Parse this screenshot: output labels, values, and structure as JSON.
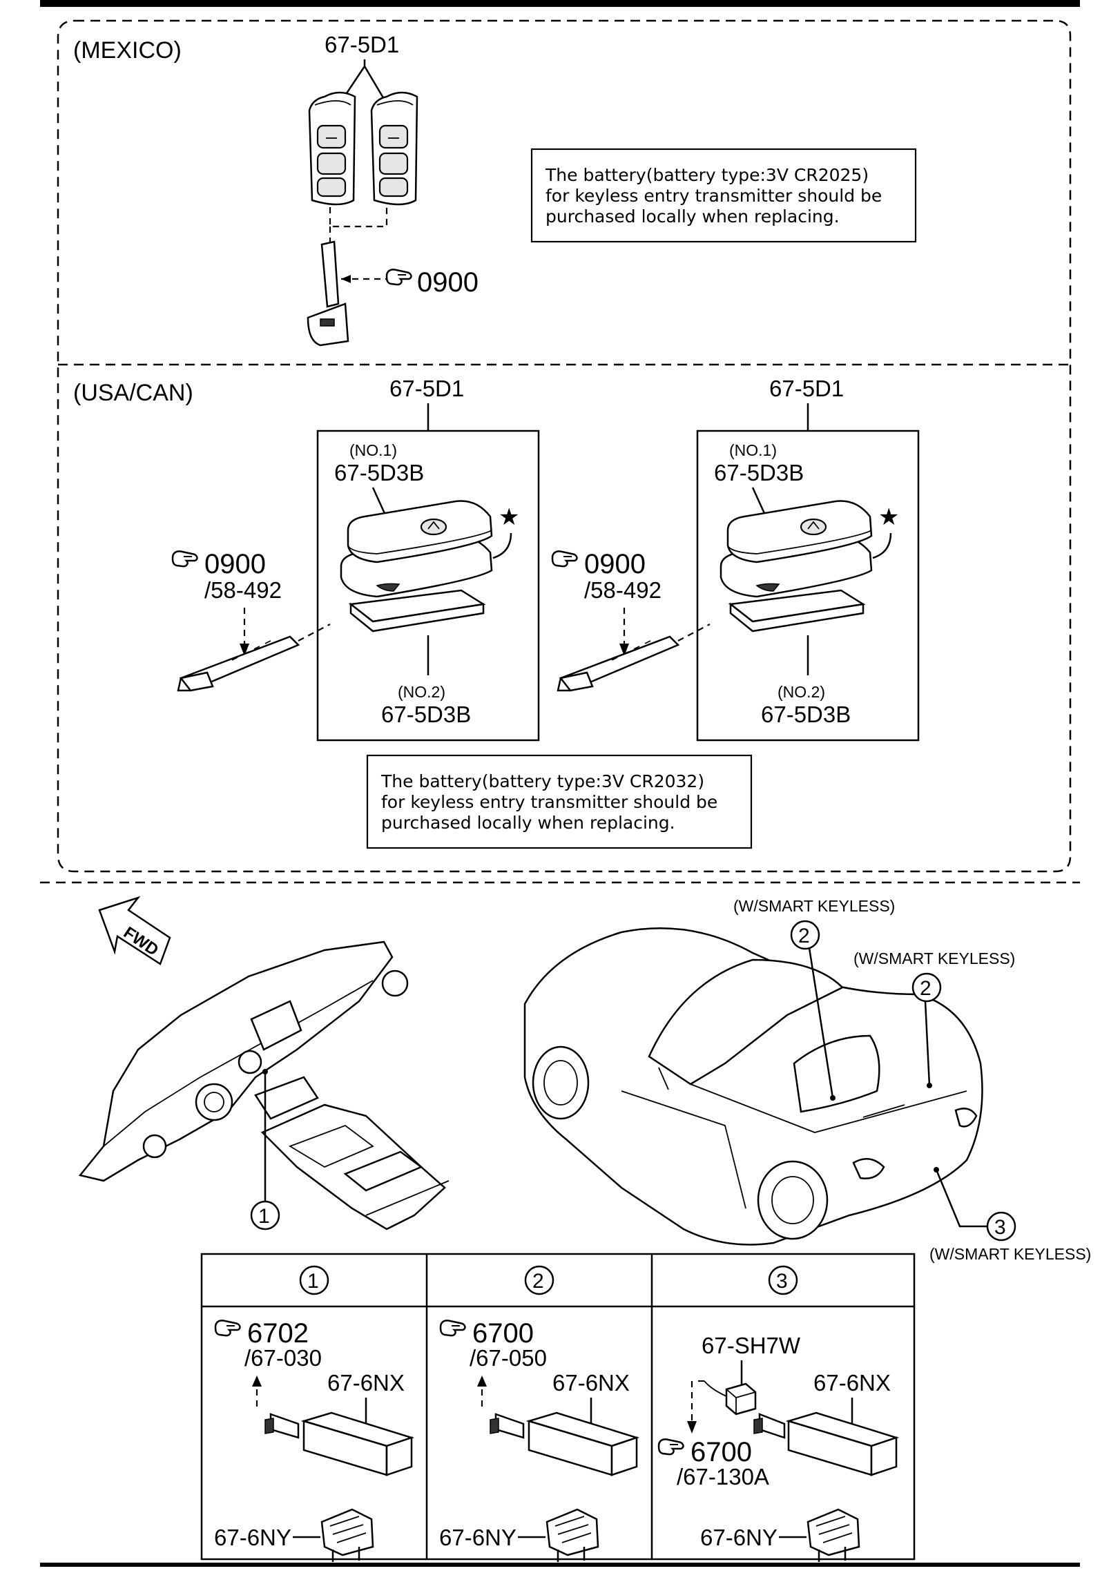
{
  "mexico": {
    "section_label": "(MEXICO)",
    "transmitter_part": "67-5D1",
    "key_ref": "0900",
    "battery_note": [
      "The battery(battery type:3V CR2025)",
      "for keyless entry transmitter should be",
      "purchased locally when replacing."
    ]
  },
  "usa_can": {
    "section_label": "(USA/CAN)",
    "groups": [
      {
        "part": "67-5D1",
        "no1": "(NO.1)",
        "no1_part": "67-5D3B",
        "no2": "(NO.2)",
        "no2_part": "67-5D3B",
        "star": "★",
        "key_ref": "0900",
        "key_sub": "/58-492"
      },
      {
        "part": "67-5D1",
        "no1": "(NO.1)",
        "no1_part": "67-5D3B",
        "no2": "(NO.2)",
        "no2_part": "67-5D3B",
        "star": "★",
        "key_ref": "0900",
        "key_sub": "/58-492"
      }
    ],
    "battery_note": [
      "The battery(battery type:3V CR2032)",
      "for keyless entry transmitter should be",
      "purchased locally when replacing."
    ]
  },
  "vehicle": {
    "fwd_label": "FWD",
    "callouts": [
      {
        "num": "1"
      },
      {
        "num": "2",
        "caption": "(W/SMART KEYLESS)"
      },
      {
        "num": "2",
        "caption": "(W/SMART KEYLESS)"
      },
      {
        "num": "3",
        "caption": "(W/SMART KEYLESS)"
      }
    ]
  },
  "detail_table": {
    "columns": [
      {
        "num": "1",
        "ref": "6702",
        "ref_sub": "/67-030",
        "antenna": "67-6NX",
        "bracket": "67-6NY"
      },
      {
        "num": "2",
        "ref": "6700",
        "ref_sub": "/67-050",
        "antenna": "67-6NX",
        "bracket": "67-6NY"
      },
      {
        "num": "3",
        "harness": "67-SH7W",
        "ref": "6700",
        "ref_sub": "/67-130A",
        "antenna": "67-6NX",
        "bracket": "67-6NY"
      }
    ]
  }
}
